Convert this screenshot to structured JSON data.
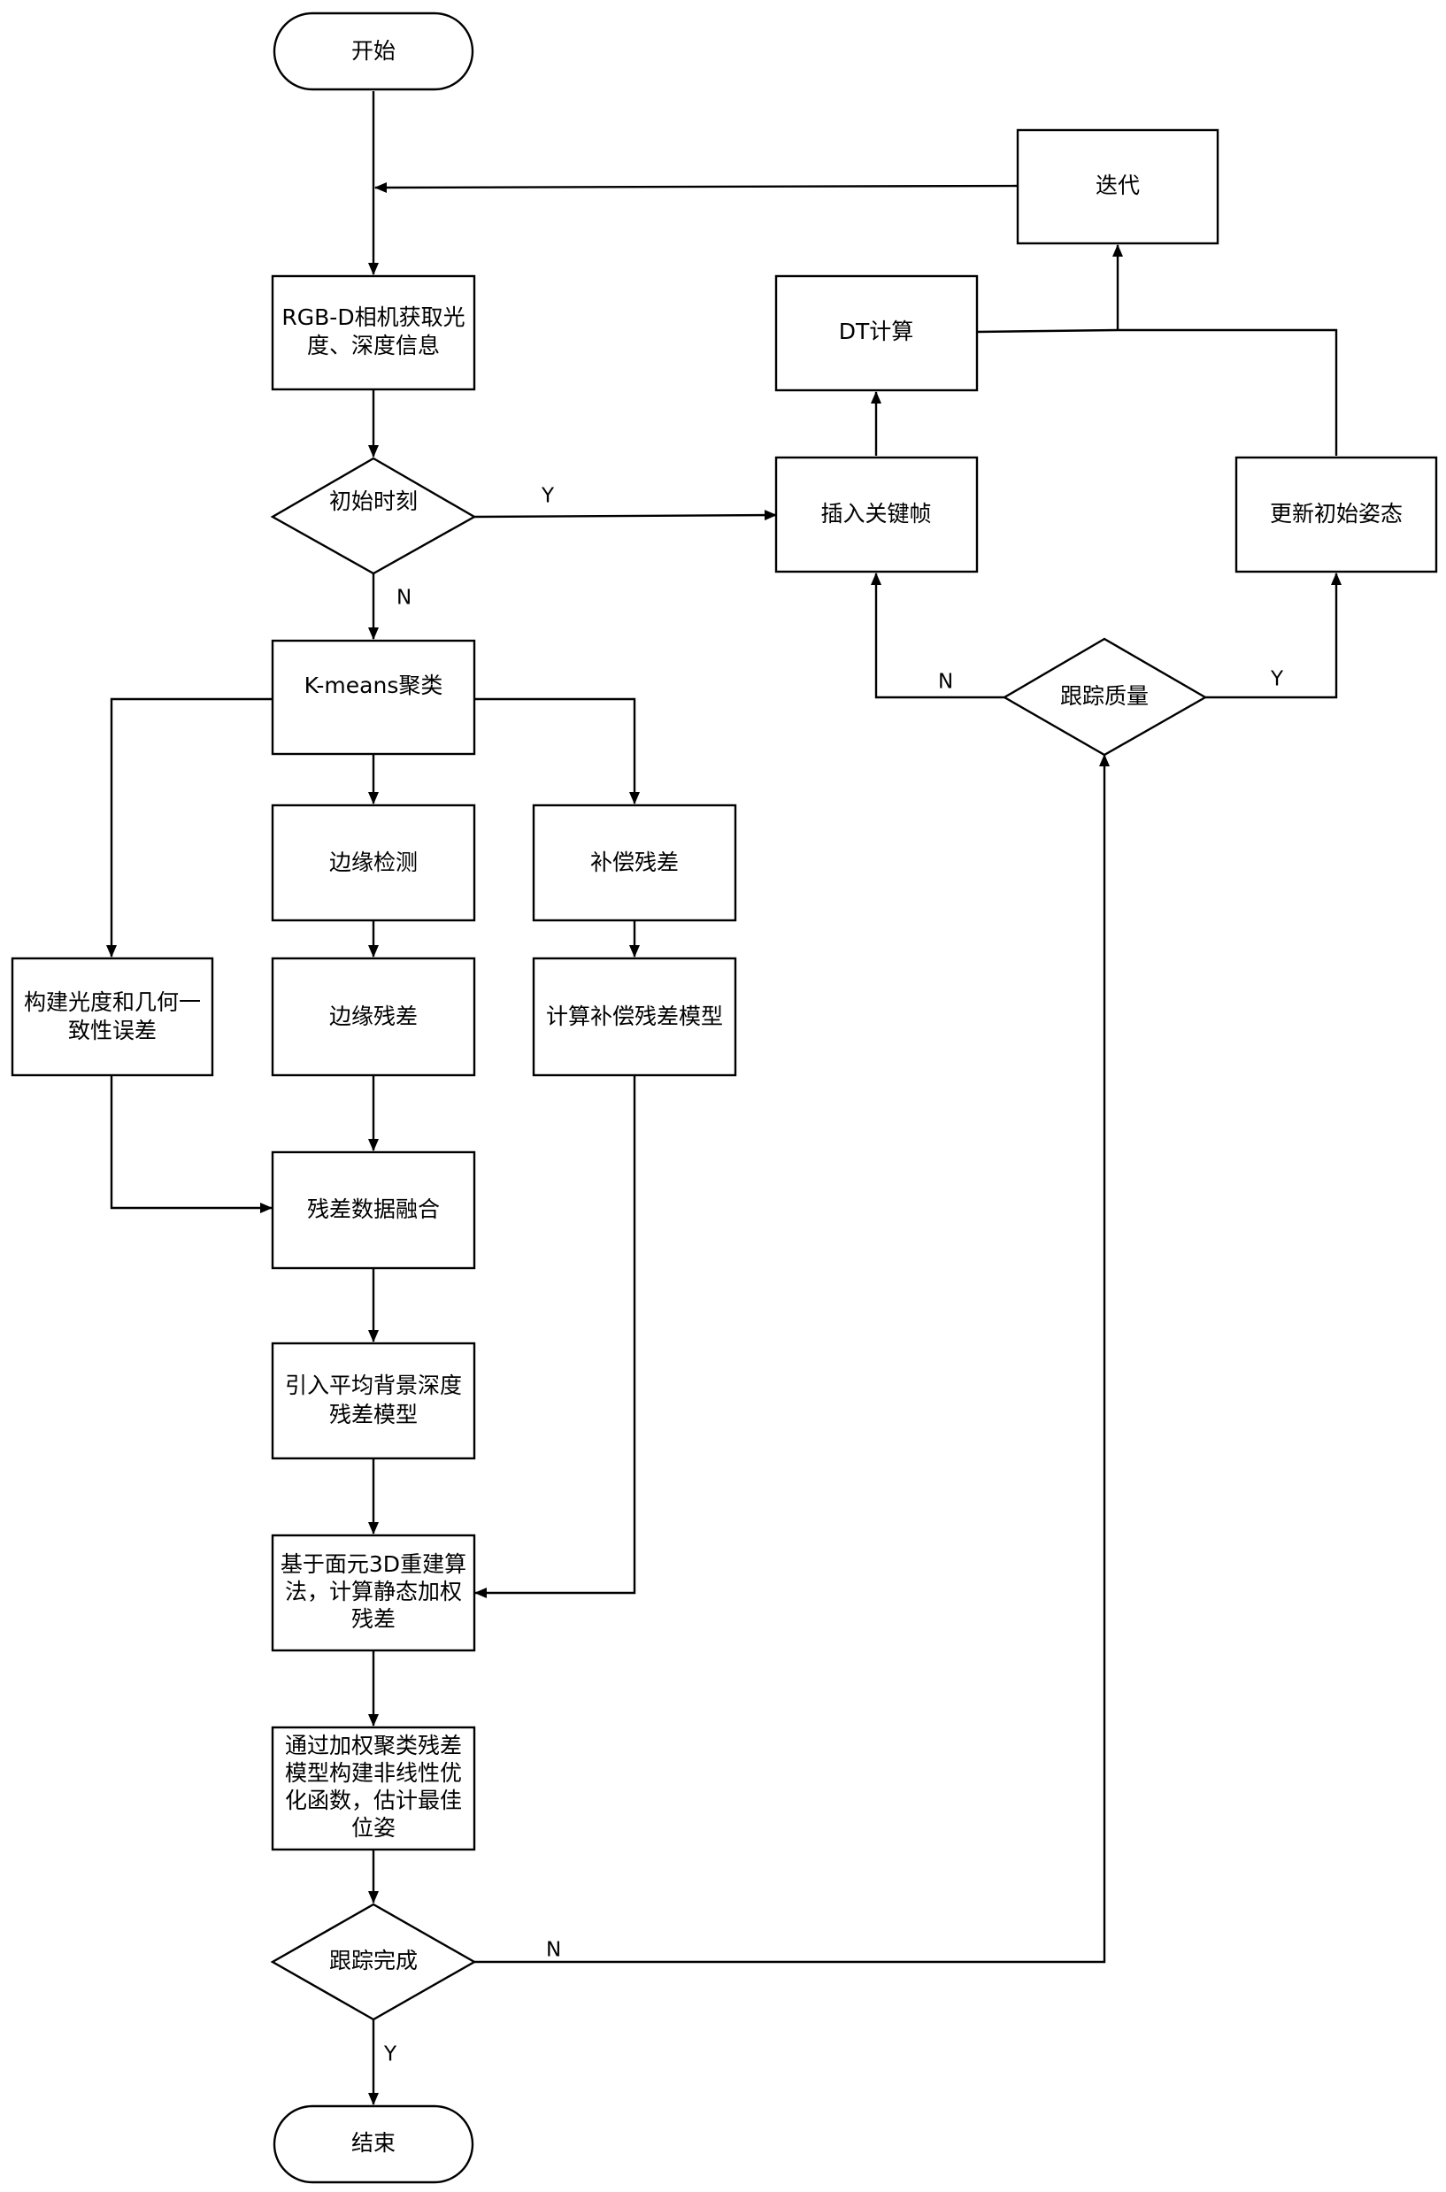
{
  "nodes": {
    "start": "开始",
    "iterate": "迭代",
    "rgbd_1": "RGB-D相机获取光",
    "rgbd_2": "度、深度信息",
    "dt": "DT计算",
    "init": "初始时刻",
    "insert_kf": "插入关键帧",
    "update_pose": "更新初始姿态",
    "kmeans": "K-means聚类",
    "track_quality": "跟踪质量",
    "edge_detect": "边缘检测",
    "comp_residual": "补偿残差",
    "photo_geo_1": "构建光度和几何一",
    "photo_geo_2": "致性误差",
    "edge_residual": "边缘残差",
    "comp_model": "计算补偿残差模型",
    "fusion": "残差数据融合",
    "bg_1": "引入平均背景深度",
    "bg_2": "残差模型",
    "surfel_1": "基于面元3D重建算",
    "surfel_2": "法，计算静态加权",
    "surfel_3": "残差",
    "opt_1": "通过加权聚类残差",
    "opt_2": "模型构建非线性优",
    "opt_3": "化函数，估计最佳",
    "opt_4": "位姿",
    "track_done": "跟踪完成",
    "end": "结束"
  },
  "edges": {
    "init_yes": "Y",
    "init_no": "N",
    "quality_no": "N",
    "quality_yes": "Y",
    "done_no": "N",
    "done_yes": "Y"
  }
}
